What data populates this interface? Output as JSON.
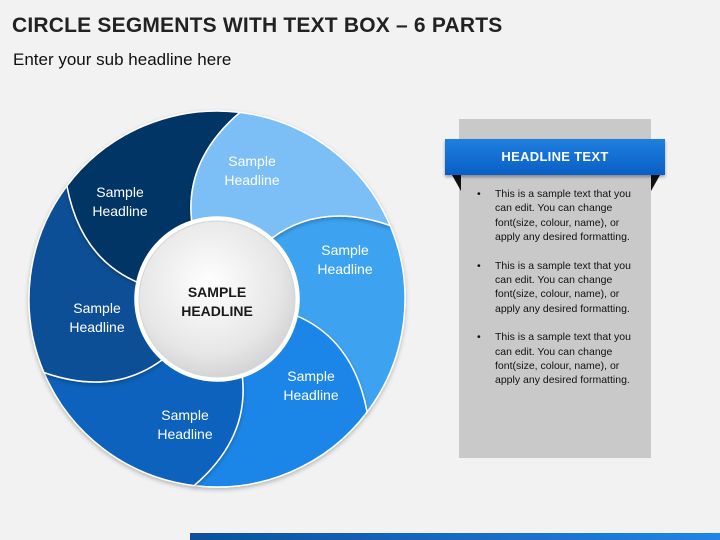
{
  "title": "CIRCLE SEGMENTS WITH TEXT BOX – 6 PARTS",
  "subtitle": "Enter your sub headline here",
  "diagram": {
    "center": {
      "line1": "SAMPLE",
      "line2": "HEADLINE"
    },
    "segments": [
      {
        "line1": "Sample",
        "line2": "Headline",
        "color": "#7cbff7",
        "label_color": "#1b2a3a"
      },
      {
        "line1": "Sample",
        "line2": "Headline",
        "color": "#3ea3f1",
        "label_color": "#ffffff"
      },
      {
        "line1": "Sample",
        "line2": "Headline",
        "color": "#1c86e8",
        "label_color": "#ffffff"
      },
      {
        "line1": "Sample",
        "line2": "Headline",
        "color": "#0a62bd",
        "label_color": "#ffffff"
      },
      {
        "line1": "Sample",
        "line2": "Headline",
        "color": "#0b4f96",
        "label_color": "#ffffff"
      },
      {
        "line1": "Sample",
        "line2": "Headline",
        "color": "#063566",
        "label_color": "#ffffff"
      }
    ]
  },
  "textbox": {
    "headline": "HEADLINE TEXT",
    "bullet_symbol": "•",
    "bullets": [
      "This is a sample text that you can edit. You can change font(size, colour, name), or apply any desired formatting.",
      "This is a sample text that you can edit. You can change font(size, colour, name), or apply any desired formatting.",
      "This is a sample text that you can edit. You can change font(size, colour, name), or apply any desired formatting."
    ]
  }
}
